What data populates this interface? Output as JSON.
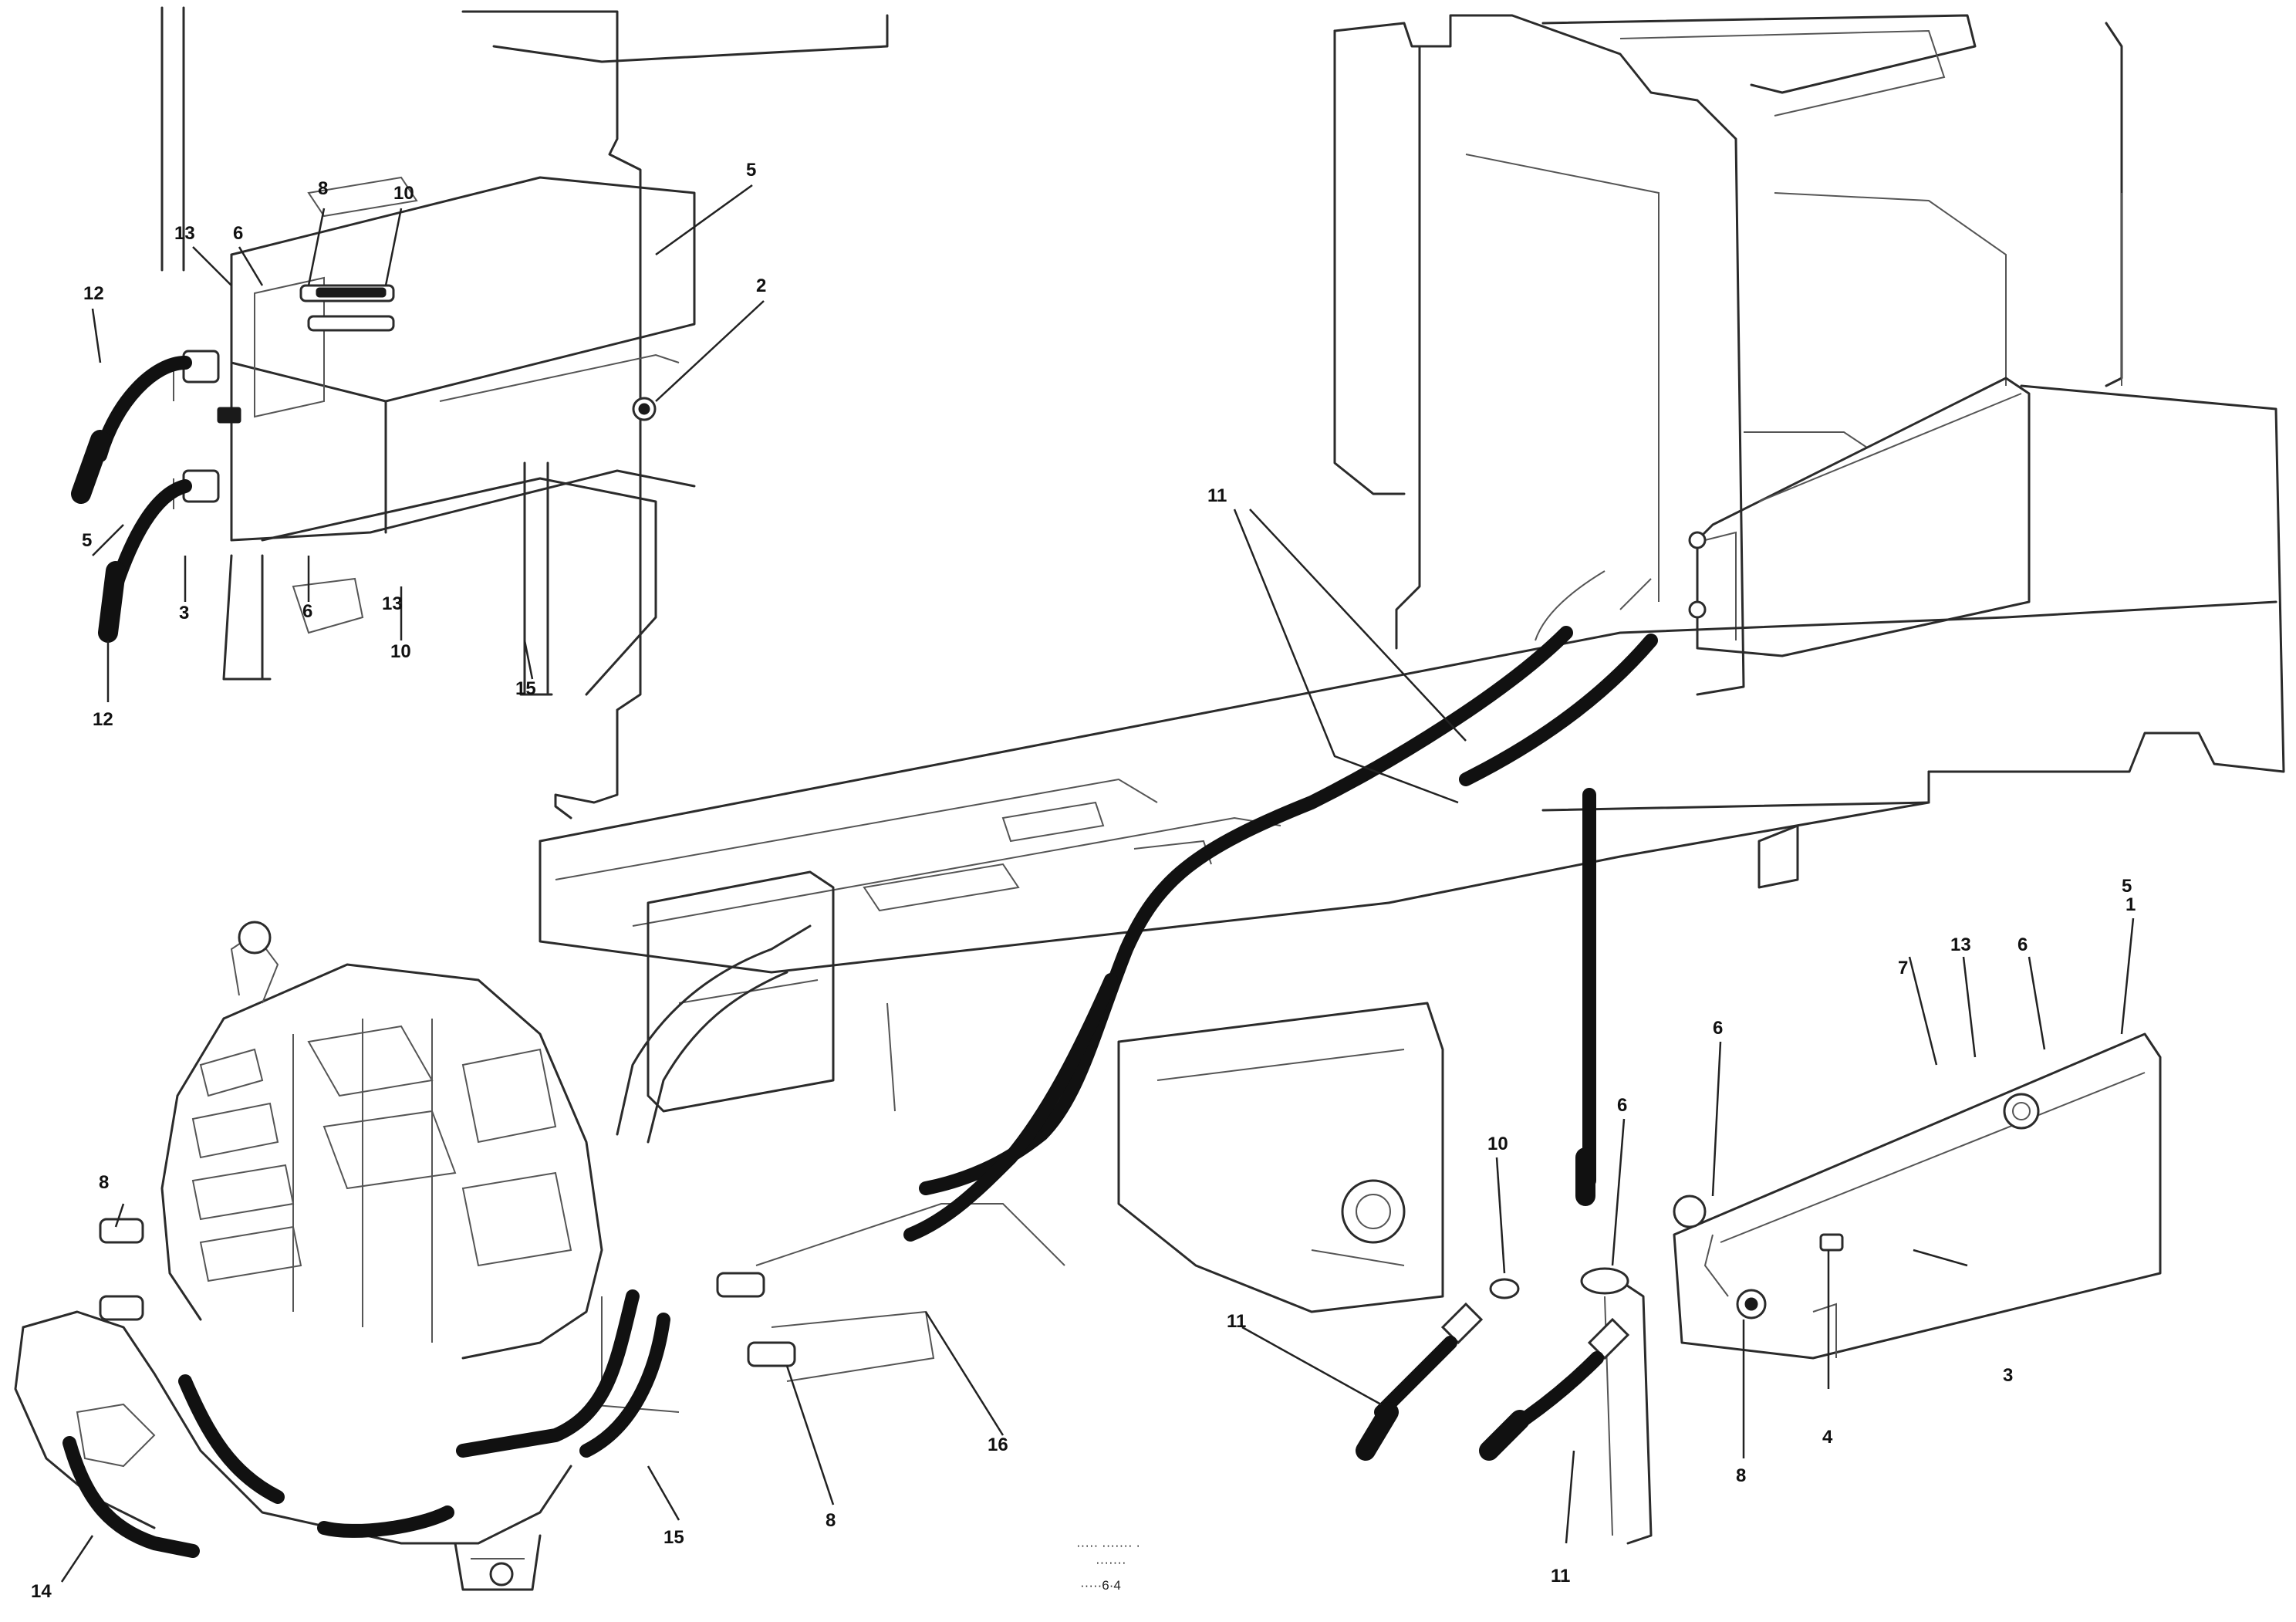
{
  "callouts": {
    "top_left_cluster": [
      "12",
      "13",
      "6",
      "8",
      "10",
      "5",
      "2",
      "5",
      "3",
      "6",
      "12",
      "10",
      "15",
      "13"
    ],
    "center_hoses": "11",
    "lower_right_cluster": [
      "7",
      "1",
      "13",
      "6",
      "5",
      "6",
      "6",
      "10",
      "11",
      "11",
      "3",
      "4",
      "8"
    ],
    "transmission_cluster": [
      "8",
      "14",
      "15",
      "8",
      "16"
    ]
  },
  "footer": {
    "line1": "····· ······· ·",
    "line2": "·······",
    "line3": "·····6·4"
  }
}
